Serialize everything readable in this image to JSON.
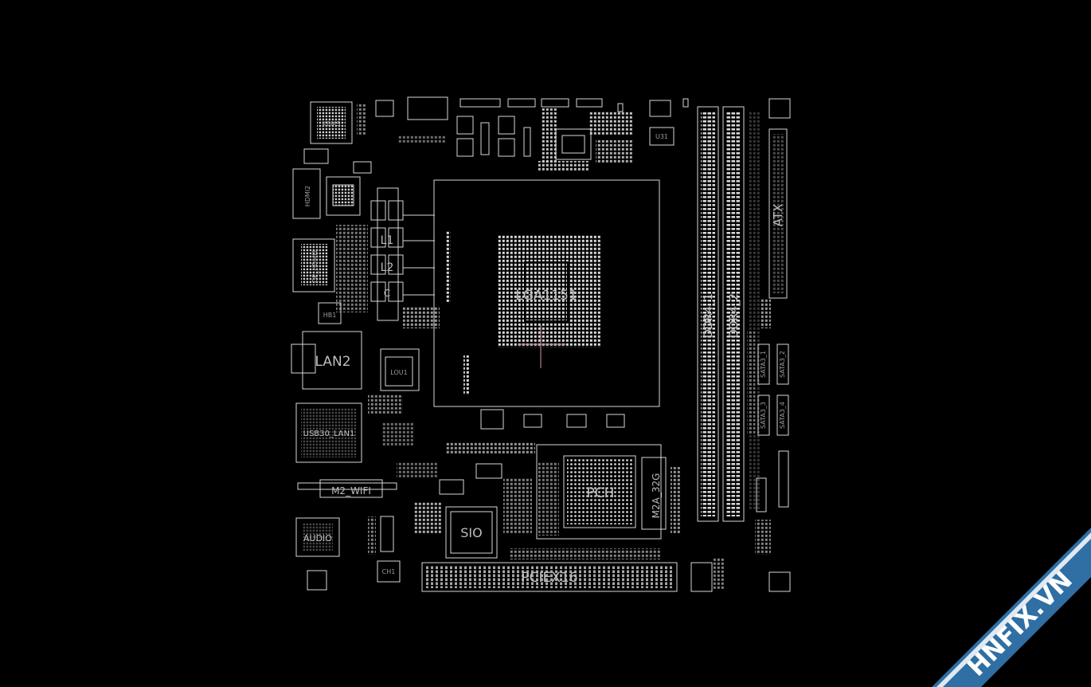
{
  "board": {
    "labels": {
      "lga": "LGA1151",
      "lan": "LAN2",
      "usb_lan": "USB30_LAN1",
      "m2_wifi": "M2_WIFI",
      "audio": "AUDIO",
      "sio": "SIO",
      "pcie": "PCIEX16",
      "pch": "PCH",
      "m2": "M2A_32G",
      "ddr1": "DDR4_1",
      "ddr2": "DDR4_2",
      "atx": "ATX",
      "hdmi": "HDMI2",
      "dp": "DP_HDMI1",
      "hb1": "HB1",
      "lou": "LOU1",
      "u31": "U31",
      "ch1": "CH1",
      "sata1": "SATA3_1",
      "sata2": "SATA3_2",
      "sata3": "SATA3_3",
      "sata4": "SATA3_4",
      "kb": "KBMS",
      "l1": "L1",
      "l2": "L2",
      "c": "C"
    }
  },
  "watermark": {
    "text": "HNFIX.VN",
    "band_color": "#2f6fa3",
    "text_color": "#ffffff",
    "accent_color": "#e63b3b"
  }
}
